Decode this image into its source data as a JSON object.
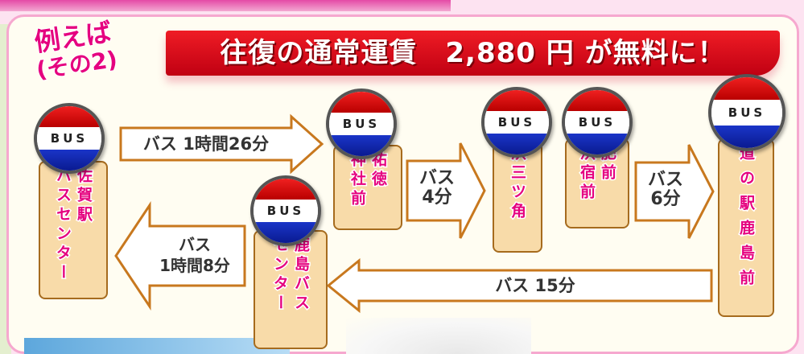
{
  "example": {
    "line1": "例えば",
    "line2": "(その2)"
  },
  "headline": "往復の通常運賃　2,880 円 が無料に！",
  "bus_text": "BUS",
  "stops": {
    "saga": [
      "佐賀駅",
      "バスセンター"
    ],
    "yutoku": [
      "祐徳",
      "神社前"
    ],
    "hama_mitsukado": [
      "浜三ツ角"
    ],
    "hizen_hamashuku": [
      "肥前",
      "浜宿前"
    ],
    "michinoeki": [
      "道の駅鹿島前"
    ],
    "kashima_bc": [
      "鹿島バス",
      "センター"
    ]
  },
  "legs": {
    "saga_to_yutoku": "バス 1時間26分",
    "yutoku_to_hama_l1": "バス",
    "yutoku_to_hama_l2": "4分",
    "hizen_to_michi_l1": "バス",
    "hizen_to_michi_l2": "6分",
    "michi_to_kashima": "バス 15分",
    "kashima_to_saga_l1": "バス",
    "kashima_to_saga_l2": "1時間8分"
  },
  "colors": {
    "accent": "#e5007f",
    "headline": "#e60012",
    "arrow": "#c8781e",
    "stop_bg": "#f8dba9"
  }
}
